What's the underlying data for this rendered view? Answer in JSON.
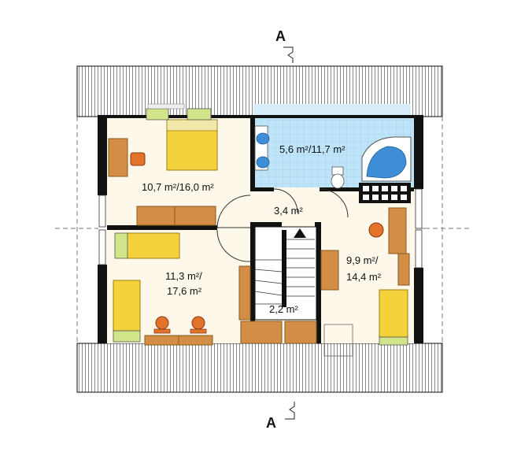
{
  "section_marker": {
    "top": "A",
    "bottom": "A"
  },
  "rooms": {
    "bedroom_top_left": {
      "area": "10,7 m²/16,0 m²"
    },
    "bathroom": {
      "area": "5,6 m²/11,7 m²"
    },
    "hall": {
      "area": "3,4 m²"
    },
    "bedroom_bottom_left": {
      "area_line1": "11,3 m²/",
      "area_line2": "17,6 m²"
    },
    "bedroom_right": {
      "area_line1": "9,9 m²/",
      "area_line2": "14,4 m²"
    },
    "stair": {
      "area": "2,2 m²"
    }
  },
  "colors": {
    "wall": "#111111",
    "floor": "#fdf8ea",
    "bath_tile": "#bfe4f7",
    "roof_line": "#555555",
    "bed_yellow": "#f4d23c",
    "bed_green": "#d3e58a",
    "wood": "#d38d45",
    "chair": "#e3722a"
  }
}
